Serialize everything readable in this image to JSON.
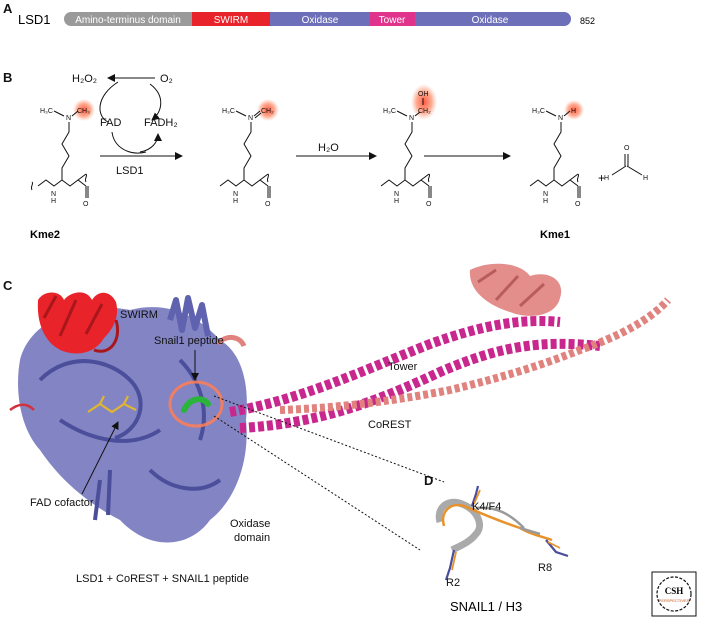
{
  "panels": {
    "a": "A",
    "b": "B",
    "c": "C",
    "d": "D"
  },
  "domain_bar": {
    "protein": "LSD1",
    "length": "852",
    "segments": [
      {
        "label": "Amino-terminus domain",
        "color": "#9a9a9a"
      },
      {
        "label": "SWIRM",
        "color": "#e8232a"
      },
      {
        "label": "Oxidase",
        "color": "#6d6fb8"
      },
      {
        "label": "Tower",
        "color": "#e0338c"
      },
      {
        "label": "Oxidase",
        "color": "#6d6fb8"
      }
    ]
  },
  "scheme": {
    "h2o2": "H₂O₂",
    "o2": "O₂",
    "fad": "FAD",
    "fadh2": "FADH₂",
    "enzyme": "LSD1",
    "water": "H₂O",
    "plus": "+",
    "kme2": "Kme2",
    "kme1": "Kme1",
    "atoms": {
      "h3c": "H₃C",
      "n": "N",
      "ch3": "CH₃",
      "ch2": "CH₂",
      "oh": "OH",
      "h": "H",
      "o": "O",
      "nh": "N",
      "nh_h": "H",
      "aldehyde_h": "H"
    }
  },
  "structure": {
    "swirm": "SWIRM",
    "snail1_peptide": "Snail1 peptide",
    "tower": "Tower",
    "corest": "CoREST",
    "fad_cofactor": "FAD cofactor",
    "oxidase_line1": "Oxidase",
    "oxidase_line2": "domain",
    "caption": "LSD1 + CoREST + SNAIL1 peptide"
  },
  "inset": {
    "k4f4": "K4/F4",
    "r8": "R8",
    "r2": "R2",
    "caption": "SNAIL1 / H3"
  },
  "logo": {
    "text": "CSH",
    "subtext": "PERSPECTIVES"
  },
  "colors": {
    "swirm": "#e8232a",
    "oxidase": "#6d6fb8",
    "tower": "#c8288e",
    "corest": "#e0827e",
    "peptide": "#2ab43a",
    "highlight": "#ff6a3d"
  }
}
